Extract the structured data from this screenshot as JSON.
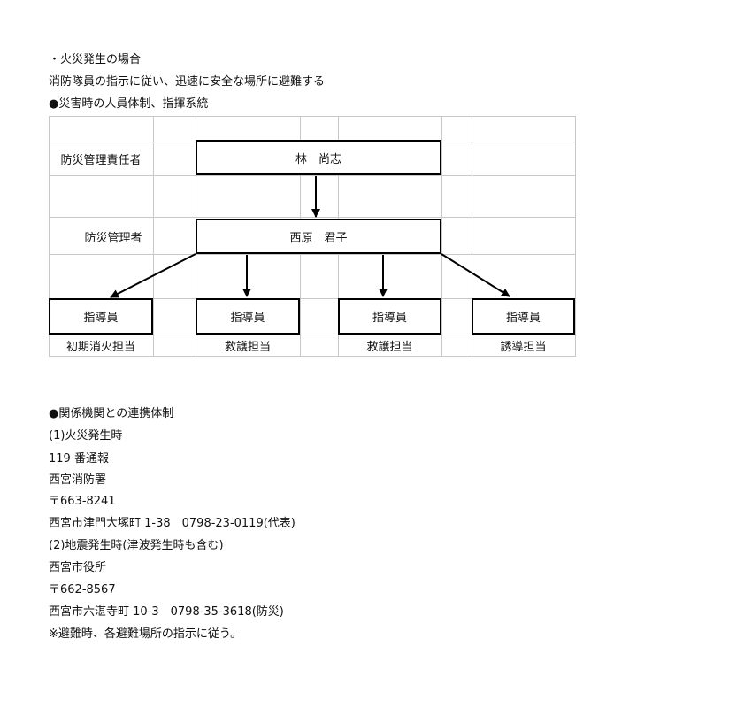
{
  "fire_section": {
    "heading": "・火災発生の場合",
    "instruction": "消防隊員の指示に従い、迅速に安全な場所に避難する"
  },
  "org_chart": {
    "heading": "●災害時の人員体制、指揮系統",
    "rows": {
      "chief_label": "防災管理責任者",
      "manager_label": "防災管理者"
    },
    "chief_name": "林　尚志",
    "manager_name": "西原　君子",
    "leaders": [
      {
        "title": "指導員",
        "duty": "初期消火担当"
      },
      {
        "title": "指導員",
        "duty": "救護担当"
      },
      {
        "title": "指導員",
        "duty": "救護担当"
      },
      {
        "title": "指導員",
        "duty": "誘導担当"
      }
    ]
  },
  "liaison": {
    "heading": "●関係機関との連携体制",
    "fire": {
      "case": "(1)火災発生時",
      "report": "119 番通報",
      "agency": "西宮消防署",
      "postal": "〒663-8241",
      "address": "西宮市津門大塚町 1-38　0798-23-0119(代表)"
    },
    "quake": {
      "case": "(2)地震発生時(津波発生時も含む)",
      "agency": "西宮市役所",
      "postal": "〒662-8567",
      "address": "西宮市六湛寺町 10-3　0798-35-3618(防災)"
    },
    "note": "※避難時、各避難場所の指示に従う。"
  }
}
